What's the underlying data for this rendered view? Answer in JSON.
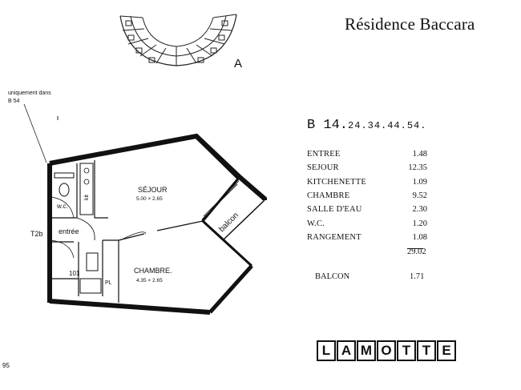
{
  "header": {
    "title": "Résidence Baccara",
    "building_label": "A"
  },
  "note": {
    "line1": "uniquement dans",
    "line2": "B 54"
  },
  "plan": {
    "type_label": "T2b",
    "rooms": {
      "sejour_label": "SÉJOUR",
      "sejour_dims": "5.00 × 2.65",
      "chambre_label": "CHAMBRE.",
      "chambre_dims": "4.35 × 2.65",
      "wc_label": "w.c.",
      "kit_label": "kit",
      "entree_label": "entrée",
      "balcon_label": "balcon",
      "pl_label": "PL",
      "bath_label": "101"
    }
  },
  "apartment": {
    "code_prefix": "B 14.",
    "code_suffix": "24.34.44.54."
  },
  "areas": [
    {
      "room": "ENTREE",
      "value": "1.48"
    },
    {
      "room": "SEJOUR",
      "value": "12.35"
    },
    {
      "room": "KITCHENETTE",
      "value": "1.09"
    },
    {
      "room": "CHAMBRE",
      "value": "9.52"
    },
    {
      "room": "SALLE D'EAU",
      "value": "2.30"
    },
    {
      "room": "W.C.",
      "value": "1.20"
    },
    {
      "room": "RANGEMENT",
      "value": "1.08"
    }
  ],
  "total": "29.02",
  "balcony": {
    "label": "BALCON",
    "value": "1.71"
  },
  "brand": [
    "L",
    "A",
    "M",
    "O",
    "T",
    "T",
    "E"
  ],
  "footer": {
    "number": "95"
  }
}
